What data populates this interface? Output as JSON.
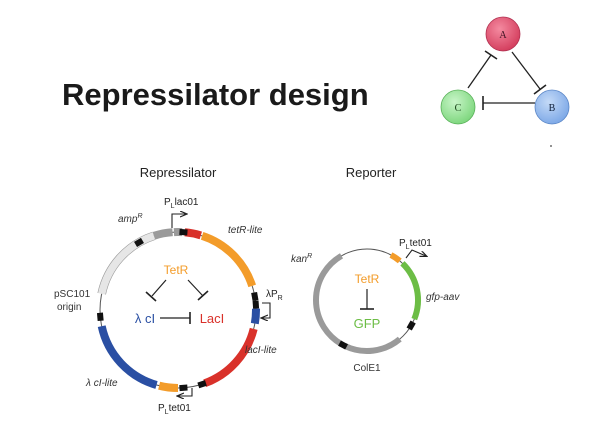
{
  "title": {
    "part1": "Repressilator",
    "part2": " design"
  },
  "network": {
    "nodes": [
      {
        "id": "A",
        "label": "A",
        "color": "#e8506e"
      },
      {
        "id": "B",
        "label": "B",
        "color": "#8fb8ee"
      },
      {
        "id": "C",
        "label": "C",
        "color": "#8fe08f"
      }
    ],
    "edges": [
      {
        "from": "A",
        "to": "B",
        "type": "repression"
      },
      {
        "from": "B",
        "to": "C",
        "type": "repression"
      },
      {
        "from": "C",
        "to": "A",
        "type": "repression"
      }
    ]
  },
  "repressilator": {
    "heading": "Repressilator",
    "labels": {
      "amp": "amp",
      "amp_sup": "R",
      "plac_p": "P",
      "plac_sub": "L",
      "plac_rest": "lac01",
      "tetr_lite": "tetR-lite",
      "psc101_line1": "pSC101",
      "psc101_line2": "origin",
      "lambda_pr": "λP",
      "lambda_pr_sub": "R",
      "lacl_lite": "lacI-lite",
      "lambda_cl_lite": "λ cI-lite",
      "ptet_p": "P",
      "ptet_sub": "L",
      "ptet_rest": "tet01"
    },
    "inner": {
      "tetr": "TetR",
      "lambda_cl": "λ cI",
      "lacl": "LacI"
    },
    "colors": {
      "tetr": "#f39c2a",
      "lambda_cl": "#2a4fa3",
      "lacl": "#d9312a",
      "gray": "#9a9a9a",
      "light": "#e6e6e6"
    }
  },
  "reporter": {
    "heading": "Reporter",
    "labels": {
      "kan": "kan",
      "kan_sup": "R",
      "ptet_p": "P",
      "ptet_sub": "L",
      "ptet_rest": "tet01",
      "gfp_aav": "gfp-aav",
      "cole1": "ColE1"
    },
    "inner": {
      "tetr": "TetR",
      "gfp": "GFP"
    },
    "colors": {
      "tetr": "#f39c2a",
      "gfp": "#6cbd45",
      "gray": "#9a9a9a"
    }
  }
}
